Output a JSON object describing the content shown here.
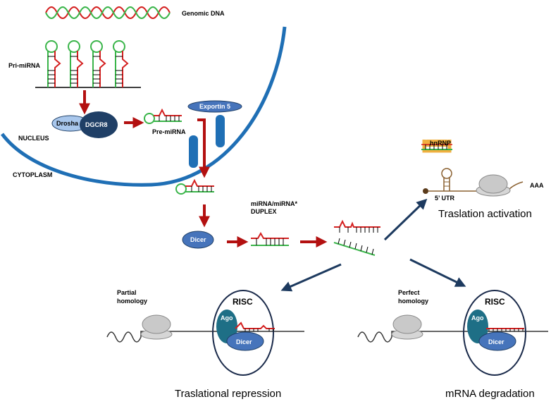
{
  "labels": {
    "genomic_dna": "Genomic DNA",
    "pri_mirna": "Pri-miRNA",
    "drosha": "Drosha",
    "dgcr8": "DGCR8",
    "pre_mirna": "Pre-miRNA",
    "exportin": "Exportin 5",
    "nucleus": "NUCLEUS",
    "cytoplasm": "CYTOPLASM",
    "dicer": "Dicer",
    "duplex_line1": "miRNA/miRNA*",
    "duplex_line2": "DUPLEX",
    "hnrnp": "hnRNP",
    "utr": "5’ UTR",
    "polya": "AAA",
    "translation_activation": "Traslation activation",
    "partial_line1": "Partial",
    "partial_line2": "homology",
    "perfect_line1": "Perfect",
    "perfect_line2": "homology",
    "risc": "RISC",
    "ago": "Ago",
    "translational_repression": "Traslational repression",
    "mrna_degradation": "mRNA degradation"
  },
  "colors": {
    "membrane": "#1f6fb5",
    "red_arrow": "#b31010",
    "navy_arrow": "#1d3a5f",
    "rna_red": "#d42020",
    "rna_green": "#3ab54a",
    "drosha_fill": "#a9c7ec",
    "dgcr8_fill": "#1f3f66",
    "protein_blue": "#4674bb",
    "ago_teal": "#1e6f86",
    "ribosome_grey": "#c9c9c9",
    "hnrnp_orange": "#f0b040",
    "utr_brown": "#8a6030"
  }
}
